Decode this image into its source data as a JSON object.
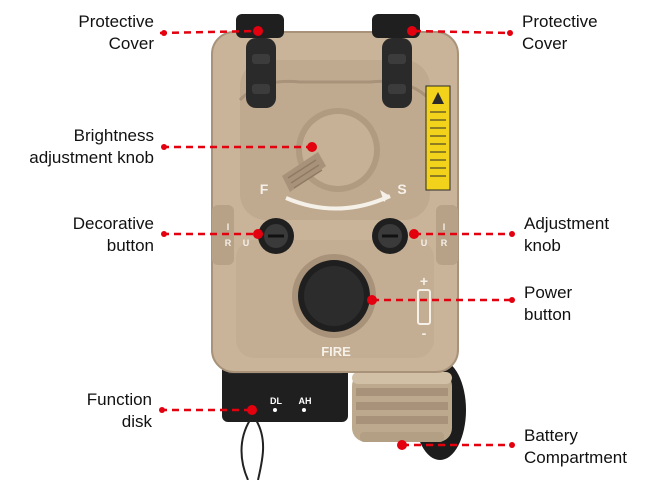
{
  "colors": {
    "leader": "#e3000f",
    "housing": "#c9b49a",
    "housing_dark": "#a8937a",
    "housing_shadow": "#8f7b63",
    "black_part": "#1f1f1f",
    "label_sticker": "#f2d21b"
  },
  "device_markings": {
    "fire": "FIRE",
    "dial_left": "F",
    "dial_right": "S",
    "switch_left_top": "I",
    "switch_left_bottom": "R",
    "switch_right_top": "I",
    "switch_right_bottom": "R",
    "knob_mark_left": "U",
    "knob_mark_right": "U",
    "battery_plus": "+",
    "battery_minus": "-",
    "function_dl": "DL",
    "function_ah": "AH"
  },
  "callouts": {
    "protective_cover_left": "Protective\nCover",
    "protective_cover_right": "Protective\nCover",
    "brightness_knob": "Brightness\nadjustment knob",
    "decorative_button": "Decorative\nbutton",
    "adjustment_knob": "Adjustment\nknob",
    "power_button": "Power\nbutton",
    "function_disk": "Function\ndisk",
    "battery_compartment": "Battery\nCompartment"
  }
}
